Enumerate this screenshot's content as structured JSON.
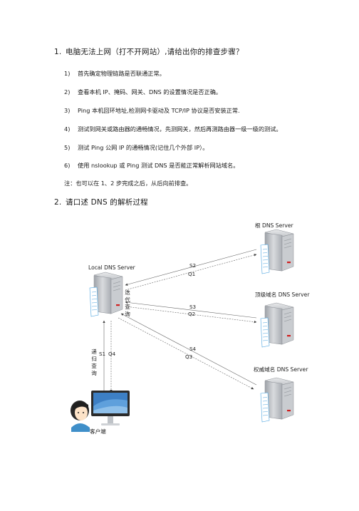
{
  "question1": {
    "number": "1.",
    "title": "电脑无法上网（打不开网站）,请给出你的排查步骤？",
    "steps": [
      {
        "num": "1)",
        "text": "首先确定物理链路是否联通正常。"
      },
      {
        "num": "2)",
        "text": "查看本机 IP、掩码、网关、DNS 的设置情况是否正确。"
      },
      {
        "num": "3)",
        "text": "Ping 本机回环地址,检测网卡驱动及 TCP/IP 协议是否安装正常."
      },
      {
        "num": "4)",
        "text": "测试到网关或路由器的通畅情况，先测网关，然后再测路由器一级一级的测试。"
      },
      {
        "num": "5)",
        "text": "测试 Ping 公网 IP 的通畅情况(记住几个外部 IP）。"
      },
      {
        "num": "6)",
        "text": "使用 nslookup 或 Ping 测试 DNS 是否能正常解析网站域名。"
      }
    ],
    "note": "注：也可以在 1、2 步完成之后，从后向前排查。"
  },
  "question2": {
    "number": "2.",
    "title": "请口述 DNS 的解析过程"
  },
  "diagram": {
    "root_server_label": "根 DNS Server",
    "local_server_label": "Local DNS Server",
    "tld_server_label": "顶级域名 DNS Server",
    "auth_server_label": "权威域名 DNS Server",
    "client_label": "客户端",
    "iterative_query_label": "迭代查询",
    "recursive_query_label": "递归查询",
    "arrows": {
      "s1": "S1",
      "q4": "Q4",
      "s2": "S2",
      "q1": "Q1",
      "s3": "S3",
      "q2": "Q2",
      "s4": "S4",
      "q3": "Q3"
    },
    "colors": {
      "server_body": "#b9bcc1",
      "server_light": "#d11e1e",
      "paper_blue": "#4aa3df",
      "monitor": "#2b2b2b"
    }
  }
}
